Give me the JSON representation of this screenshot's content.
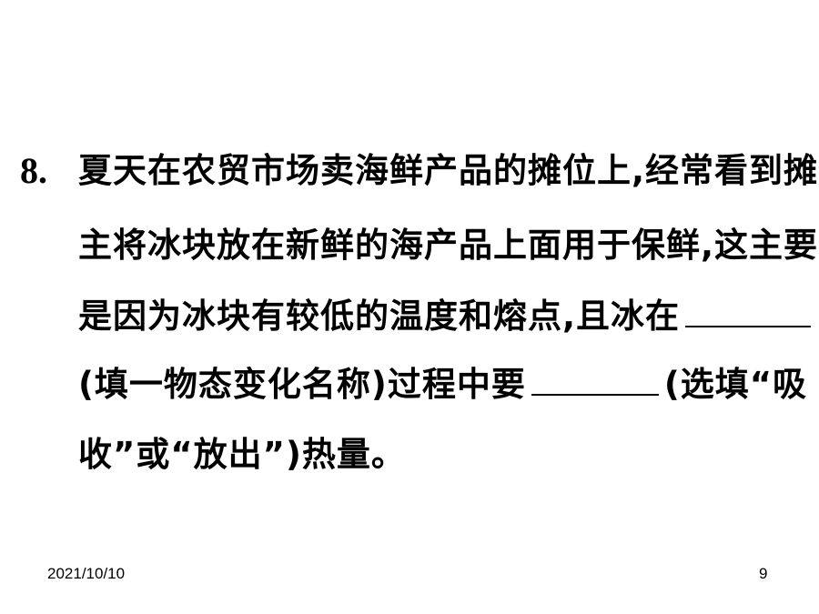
{
  "question": {
    "number": "8.",
    "line1": "夏天在农贸市场卖海鲜产品的摊位上,经常看到摊",
    "line2": "主将冰块放在新鲜的海产品上面用于保鲜,这主要",
    "line3": "是因为冰块有较低的温度和熔点,且冰在",
    "line4_a": "(填一物态变化名称)过程中要",
    "line4_b": "(选填“吸",
    "line5": "收”或“放出”)热量。"
  },
  "footer": {
    "date": "2021/10/10",
    "page": "9"
  }
}
